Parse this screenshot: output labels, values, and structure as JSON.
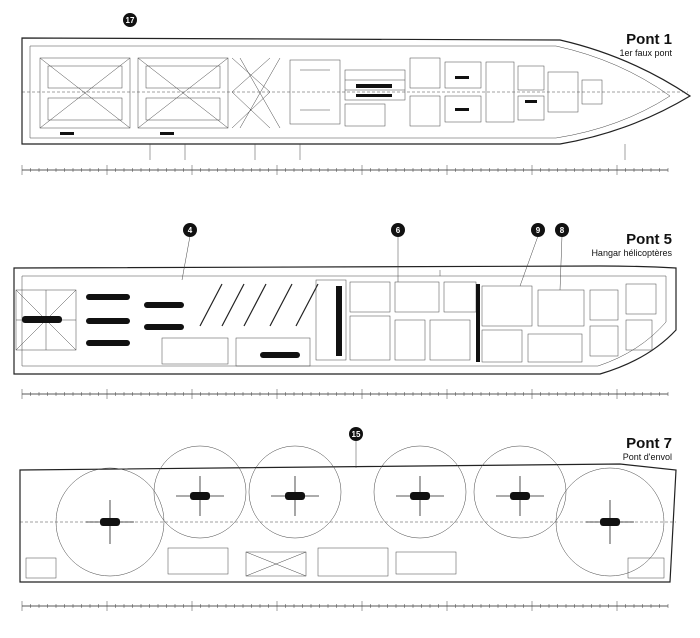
{
  "decks": [
    {
      "title": "Pont 1",
      "subtitle": "1er faux pont",
      "markers": [
        "17"
      ]
    },
    {
      "title": "Pont 5",
      "subtitle": "Hangar hélicoptères",
      "markers": [
        "4",
        "6",
        "9",
        "8"
      ]
    },
    {
      "title": "Pont 7",
      "subtitle": "Pont d'envol",
      "markers": [
        "15"
      ]
    }
  ],
  "colors": {
    "line": "#222222",
    "marker_fill": "#111111",
    "background": "#ffffff"
  }
}
